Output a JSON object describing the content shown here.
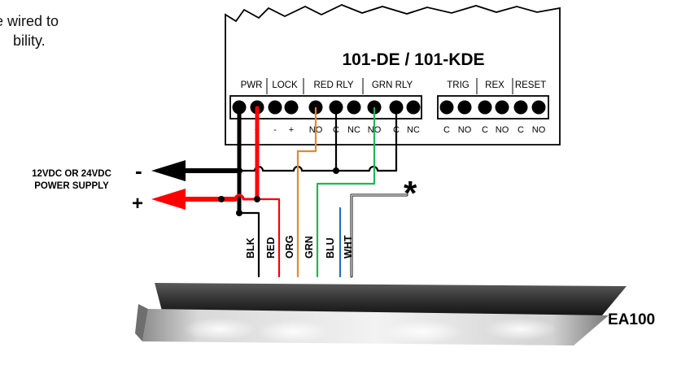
{
  "intro_text": {
    "line1": "be wired to",
    "line2": "bility."
  },
  "controller": {
    "model": "101-DE / 101-KDE",
    "groups": [
      {
        "label": "PWR"
      },
      {
        "label": "LOCK"
      },
      {
        "label": "RED RLY"
      },
      {
        "label": "GRN RLY"
      },
      {
        "label": "TRIG"
      },
      {
        "label": "REX"
      },
      {
        "label": "RESET"
      }
    ],
    "terminal_labels": [
      {
        "text": "-"
      },
      {
        "text": "+"
      },
      {
        "text": "-"
      },
      {
        "text": "+"
      },
      {
        "text": "NO"
      },
      {
        "text": "C"
      },
      {
        "text": "NC"
      },
      {
        "text": "NO"
      },
      {
        "text": "C"
      },
      {
        "text": "NC"
      },
      {
        "text": "C"
      },
      {
        "text": "NO"
      },
      {
        "text": "C"
      },
      {
        "text": "NO"
      },
      {
        "text": "C"
      },
      {
        "text": "NO"
      }
    ]
  },
  "power_supply": {
    "label_line1": "12VDC OR 24VDC",
    "label_line2": "POWER SUPPLY",
    "minus_symbol": "-",
    "plus_symbol": "+"
  },
  "wires": [
    {
      "label": "BLK",
      "color": "#000000"
    },
    {
      "label": "RED",
      "color": "#ff0000"
    },
    {
      "label": "ORG",
      "color": "#e8862a"
    },
    {
      "label": "GRN",
      "color": "#1fb45a"
    },
    {
      "label": "BLU",
      "color": "#1f6fd0"
    },
    {
      "label": "WHT",
      "color": "#bdbdbd"
    }
  ],
  "asterisk": "*",
  "device": {
    "label": "EA100"
  }
}
